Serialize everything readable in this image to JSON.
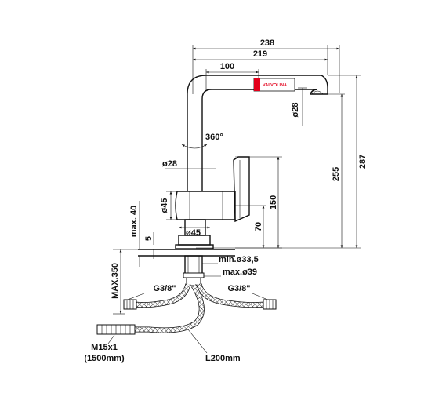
{
  "dimensions": {
    "overall_width": "238",
    "spout_reach": "219",
    "body_to_spout": "100",
    "outlet_diameter": "ø28",
    "rotation": "360°",
    "spout_diameter": "ø28",
    "body_diameter": "ø45",
    "base_diameter": "ø45",
    "total_height": "287",
    "spout_height": "255",
    "handle_height": "150",
    "base_height": "70",
    "max_deck": "max. 40",
    "deck_offset": "5",
    "max_below": "MAX.350",
    "hole_min": "min.ø33,5",
    "hole_max": "max.ø39"
  },
  "labels": {
    "brand": "VALVOLINA",
    "connector_left": "G3/8\"",
    "connector_right": "G3/8\"",
    "thread": "M15x1",
    "hose_length_main": "(1500mm)",
    "hose_length_flex": "L200mm"
  },
  "colors": {
    "line": "#111111",
    "brand": "#e3001b"
  }
}
